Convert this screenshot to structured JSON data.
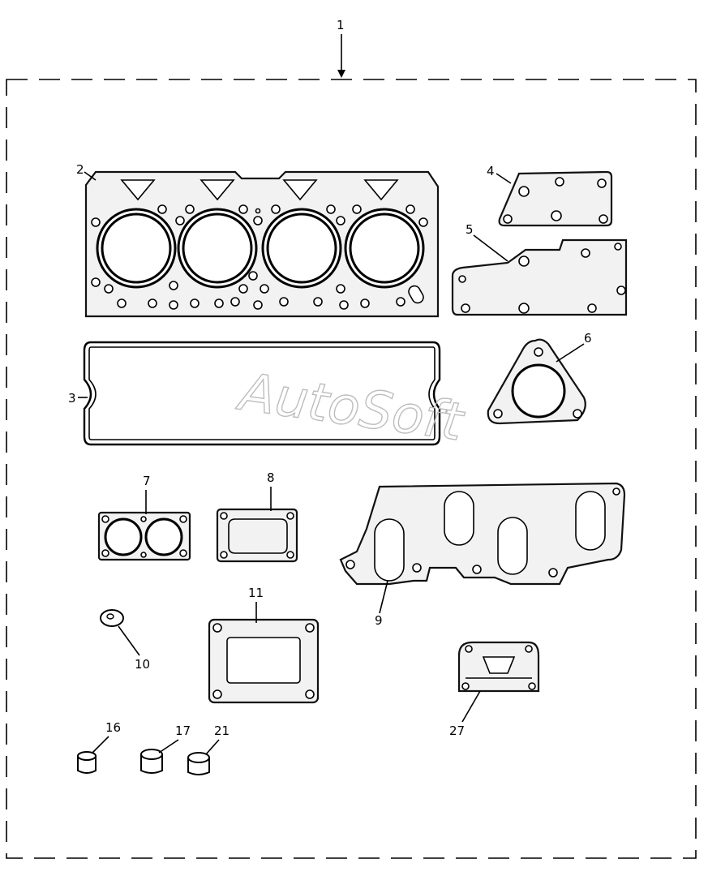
{
  "diagram": {
    "watermark": "AutoSoft",
    "callouts": [
      {
        "id": "1",
        "label": "1"
      },
      {
        "id": "2",
        "label": "2"
      },
      {
        "id": "3",
        "label": "3"
      },
      {
        "id": "4",
        "label": "4"
      },
      {
        "id": "5",
        "label": "5"
      },
      {
        "id": "6",
        "label": "6"
      },
      {
        "id": "7",
        "label": "7"
      },
      {
        "id": "8",
        "label": "8"
      },
      {
        "id": "9",
        "label": "9"
      },
      {
        "id": "10",
        "label": "10"
      },
      {
        "id": "11",
        "label": "11"
      },
      {
        "id": "16",
        "label": "16"
      },
      {
        "id": "17",
        "label": "17"
      },
      {
        "id": "21",
        "label": "21"
      },
      {
        "id": "27",
        "label": "27"
      }
    ]
  }
}
